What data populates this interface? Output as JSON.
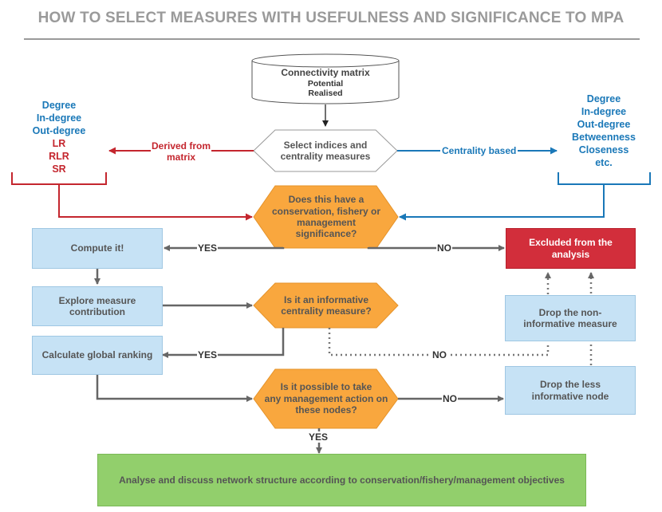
{
  "title": "HOW TO SELECT MEASURES WITH USEFULNESS AND SIGNIFICANCE TO MPA",
  "source": {
    "title": "Connectivity matrix",
    "lines": [
      "Potential",
      "Realised"
    ]
  },
  "select": {
    "lines": [
      "Select indices and",
      "centrality measures"
    ]
  },
  "derived": {
    "label_lines": [
      "Derived from",
      "matrix"
    ],
    "items": [
      "Degree",
      "In-degree",
      "Out-degree",
      "LR",
      "RLR",
      "SR"
    ]
  },
  "centrality": {
    "label": "Centrality based",
    "items": [
      "Degree",
      "In-degree",
      "Out-degree",
      "Betweenness",
      "Closeness",
      "etc."
    ]
  },
  "q1": {
    "lines": [
      "Does this have a",
      "conservation, fishery or",
      "management",
      "significance?"
    ]
  },
  "q2": {
    "lines": [
      "Is it an informative",
      "centrality measure?"
    ]
  },
  "q3": {
    "lines": [
      "Is it possible to take",
      "any management action on",
      "these nodes?"
    ]
  },
  "compute": "Compute it!",
  "explore": "Explore measure contribution",
  "global_ranking": "Calculate global ranking",
  "excluded": "Excluded from the analysis",
  "drop_measure": "Drop the non-informative measure",
  "drop_node": "Drop the less informative node",
  "final": "Analyse and discuss network structure according to conservation/fishery/management objectives",
  "labels": {
    "yes1": "YES",
    "no1": "NO",
    "yes2": "YES",
    "no2": "NO",
    "no3": "NO",
    "yes3": "YES"
  },
  "colors": {
    "red": "#c4262e",
    "blue": "#1a78b8",
    "orange": "#f9a73e",
    "light_blue": "#c6e2f5",
    "green": "#92cf6c",
    "excluded_red": "#d22e3b",
    "gray": "#666666"
  }
}
